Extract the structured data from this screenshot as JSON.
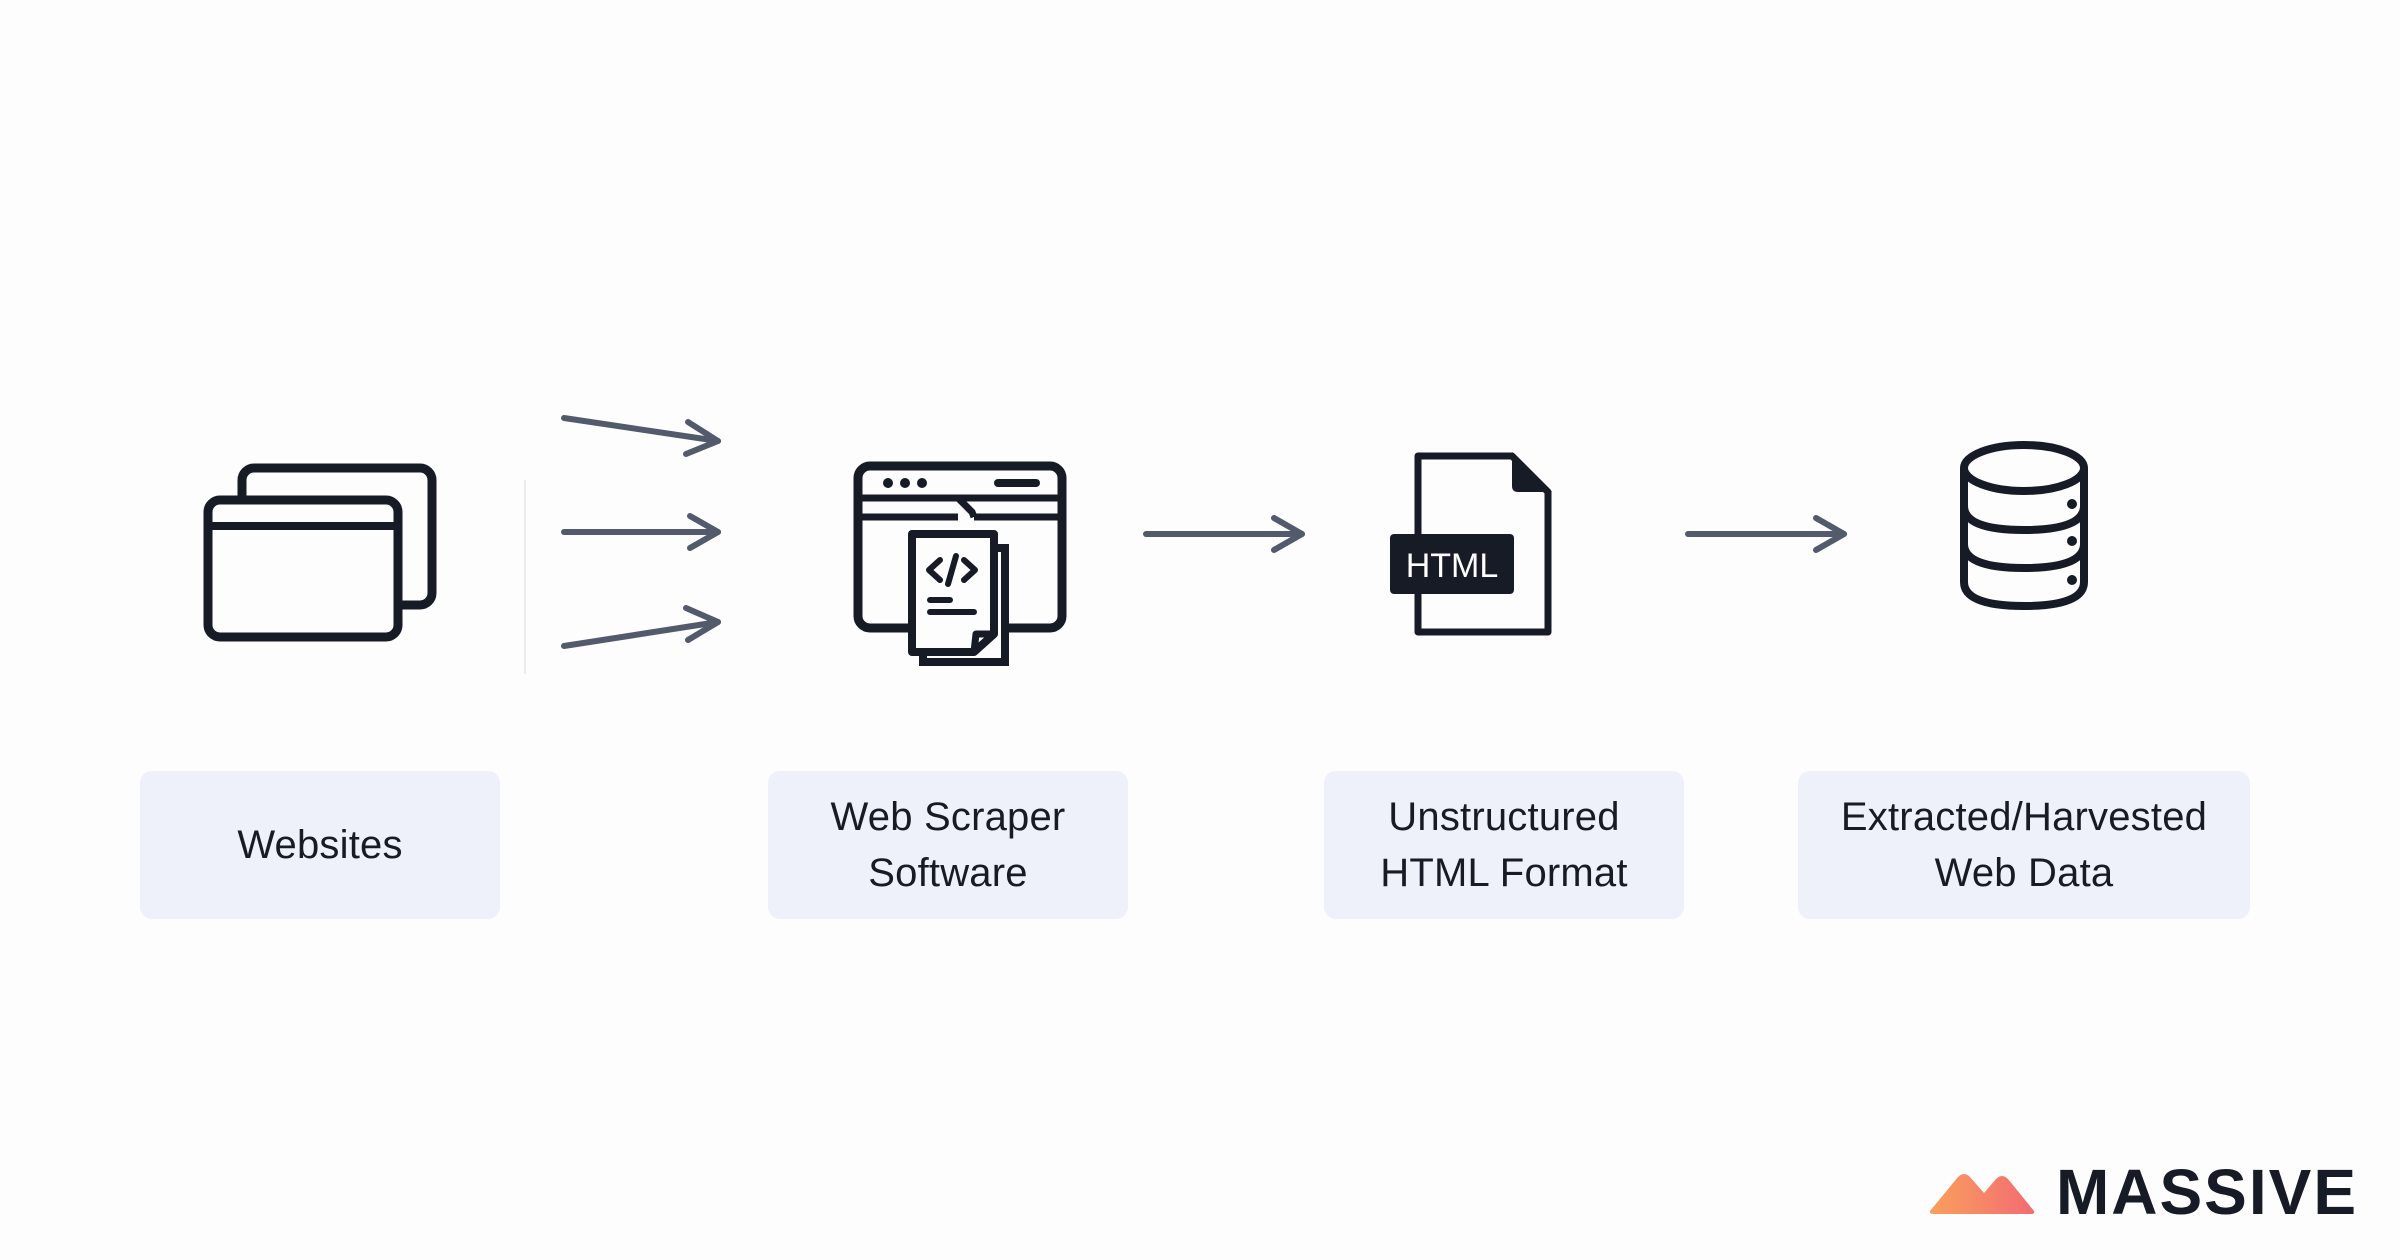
{
  "diagram": {
    "nodes": [
      {
        "id": "websites",
        "icon": "browser-windows-icon",
        "label": "Websites"
      },
      {
        "id": "web-scraper-software",
        "icon": "web-scraper-icon",
        "label": "Web Scraper\nSoftware"
      },
      {
        "id": "unstructured-html-format",
        "icon": "html-file-icon",
        "label": "Unstructured\nHTML Format"
      },
      {
        "id": "extracted-web-data",
        "icon": "database-icon",
        "label": "Extracted/Harvested\nWeb Data"
      }
    ],
    "edges": [
      {
        "from": "websites",
        "to": "web-scraper-software",
        "count": 3
      },
      {
        "from": "web-scraper-software",
        "to": "unstructured-html-format",
        "count": 1
      },
      {
        "from": "unstructured-html-format",
        "to": "extracted-web-data",
        "count": 1
      }
    ],
    "html_badge_text": "HTML"
  },
  "brand": {
    "name": "MASSIVE",
    "logo_icon": "mountain-logo-icon",
    "colors": {
      "logo_start": "#f9a05d",
      "logo_end": "#f36b72"
    }
  },
  "colors": {
    "icon_stroke": "#161b26",
    "arrow": "#525a6c",
    "label_bg": "#eef0fa"
  }
}
